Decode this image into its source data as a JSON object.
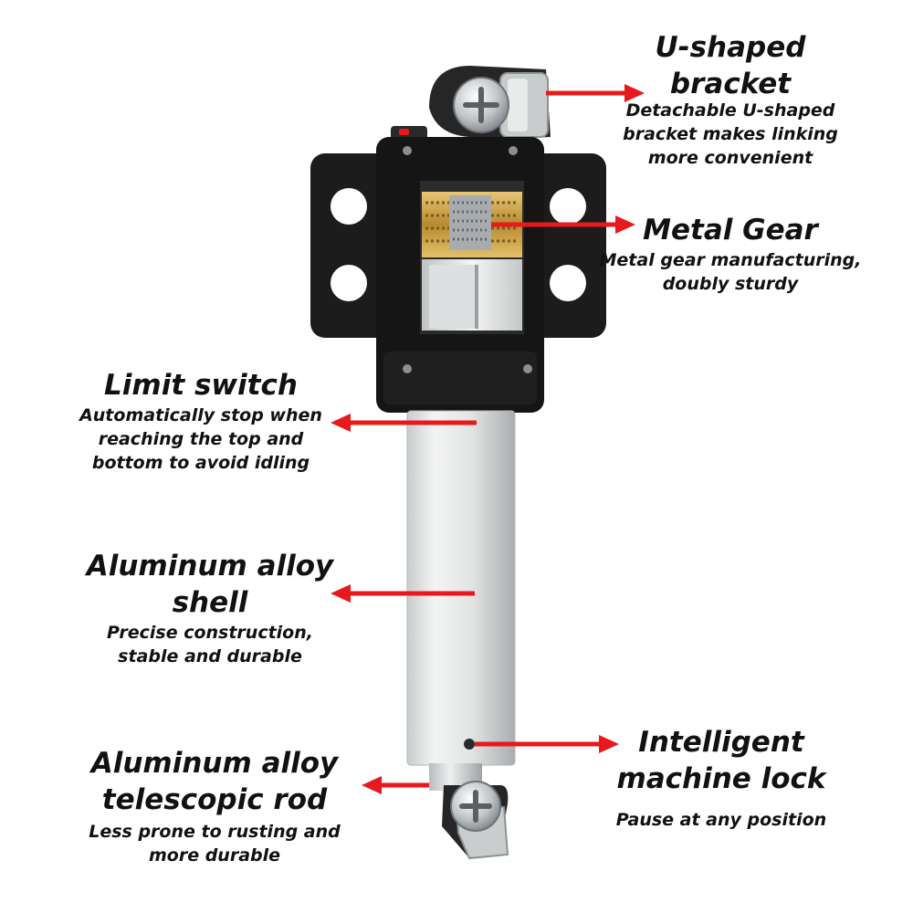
{
  "colors": {
    "arrow": "#e8191c",
    "text": "#111111",
    "housing": "#1c1c1c",
    "aluminum": "#e4e6e6",
    "gear": "#c9a24a"
  },
  "callouts": [
    {
      "id": "u-shaped-bracket",
      "title": "U-shaped\nbracket",
      "subtitle": "Detachable U-shaped\nbracket makes linking\nmore convenient"
    },
    {
      "id": "metal-gear",
      "title": "Metal Gear",
      "subtitle": "Metal gear manufacturing,\ndoubly sturdy"
    },
    {
      "id": "limit-switch",
      "title": "Limit switch",
      "subtitle": "Automatically stop when\nreaching the top and\nbottom to avoid idling"
    },
    {
      "id": "aluminum-shell",
      "title": "Aluminum alloy\nshell",
      "subtitle": "Precise construction,\nstable and durable"
    },
    {
      "id": "machine-lock",
      "title": "Intelligent\nmachine lock",
      "subtitle": "Pause at any position"
    },
    {
      "id": "telescopic-rod",
      "title": "Aluminum alloy\ntelescopic rod",
      "subtitle": "Less prone to rusting and\nmore durable"
    }
  ]
}
